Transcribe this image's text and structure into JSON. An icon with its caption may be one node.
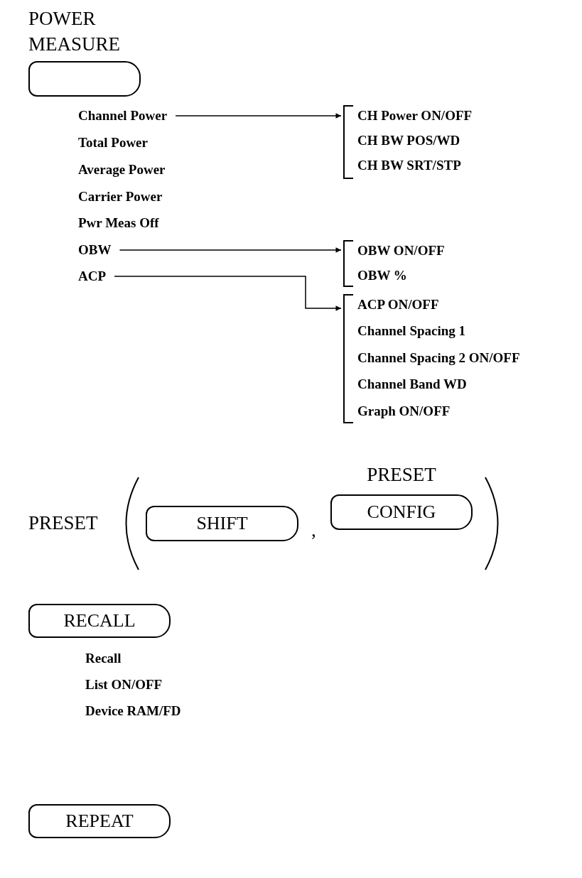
{
  "diagram": {
    "nodes": [
      {
        "text": [
          "POWER MEASURE"
        ]
      },
      {
        "text": [
          "Channel Power"
        ]
      },
      {
        "text": [],
        "shape": "bracket"
      },
      {
        "text": [
          "CH Power ON/OFF"
        ],
        "in": 2
      },
      {
        "text": [
          "CH BW POS/WD"
        ],
        "in": 2
      },
      {
        "text": [
          "CH BW SRT/STP"
        ],
        "in": 2
      },
      {
        "text": [
          "OBW"
        ]
      },
      {
        "text": [],
        "shape": "bracket"
      },
      {
        "text": [
          "OBW ON/OFF"
        ],
        "in": 7
      },
      {
        "text": [
          "OBW %"
        ],
        "in": 7
      },
      {
        "text": [
          "ACP"
        ]
      },
      {
        "text": [],
        "shape": "bracket"
      },
      {
        "text": [
          "ACP ON/OFF"
        ],
        "in": 11
      },
      {
        "text": [
          "Channel Spacing 1"
        ],
        "in": 11
      },
      {
        "text": [
          "Channel Spacing 2 ON/OFF"
        ],
        "in": 11
      },
      {
        "text": [
          "Channel Band WD"
        ],
        "in": 11
      },
      {
        "text": [
          "Graph ON/OFF"
        ],
        "in": 11
      },
      {
        "text": [
          "SHIFT"
        ]
      },
      {
        "text": [
          "PRESET",
          "CONFIG"
        ]
      },
      {
        "text": [
          "RECALL"
        ]
      },
      {
        "text": [
          "REPEAT"
        ]
      }
    ],
    "edges": [
      {
        "from": 1,
        "to": 2,
        "arrow": "to"
      },
      {
        "from": 6,
        "to": 7,
        "arrow": "to"
      },
      {
        "from": 10,
        "to": 11,
        "arrow": "to"
      }
    ],
    "labels": [
      "Total Power",
      "Average Power",
      "Carrier Power",
      "Pwr Meas Off",
      "PRESET",
      ",",
      "Recall",
      "List ON/OFF",
      "Device RAM/FD"
    ]
  }
}
